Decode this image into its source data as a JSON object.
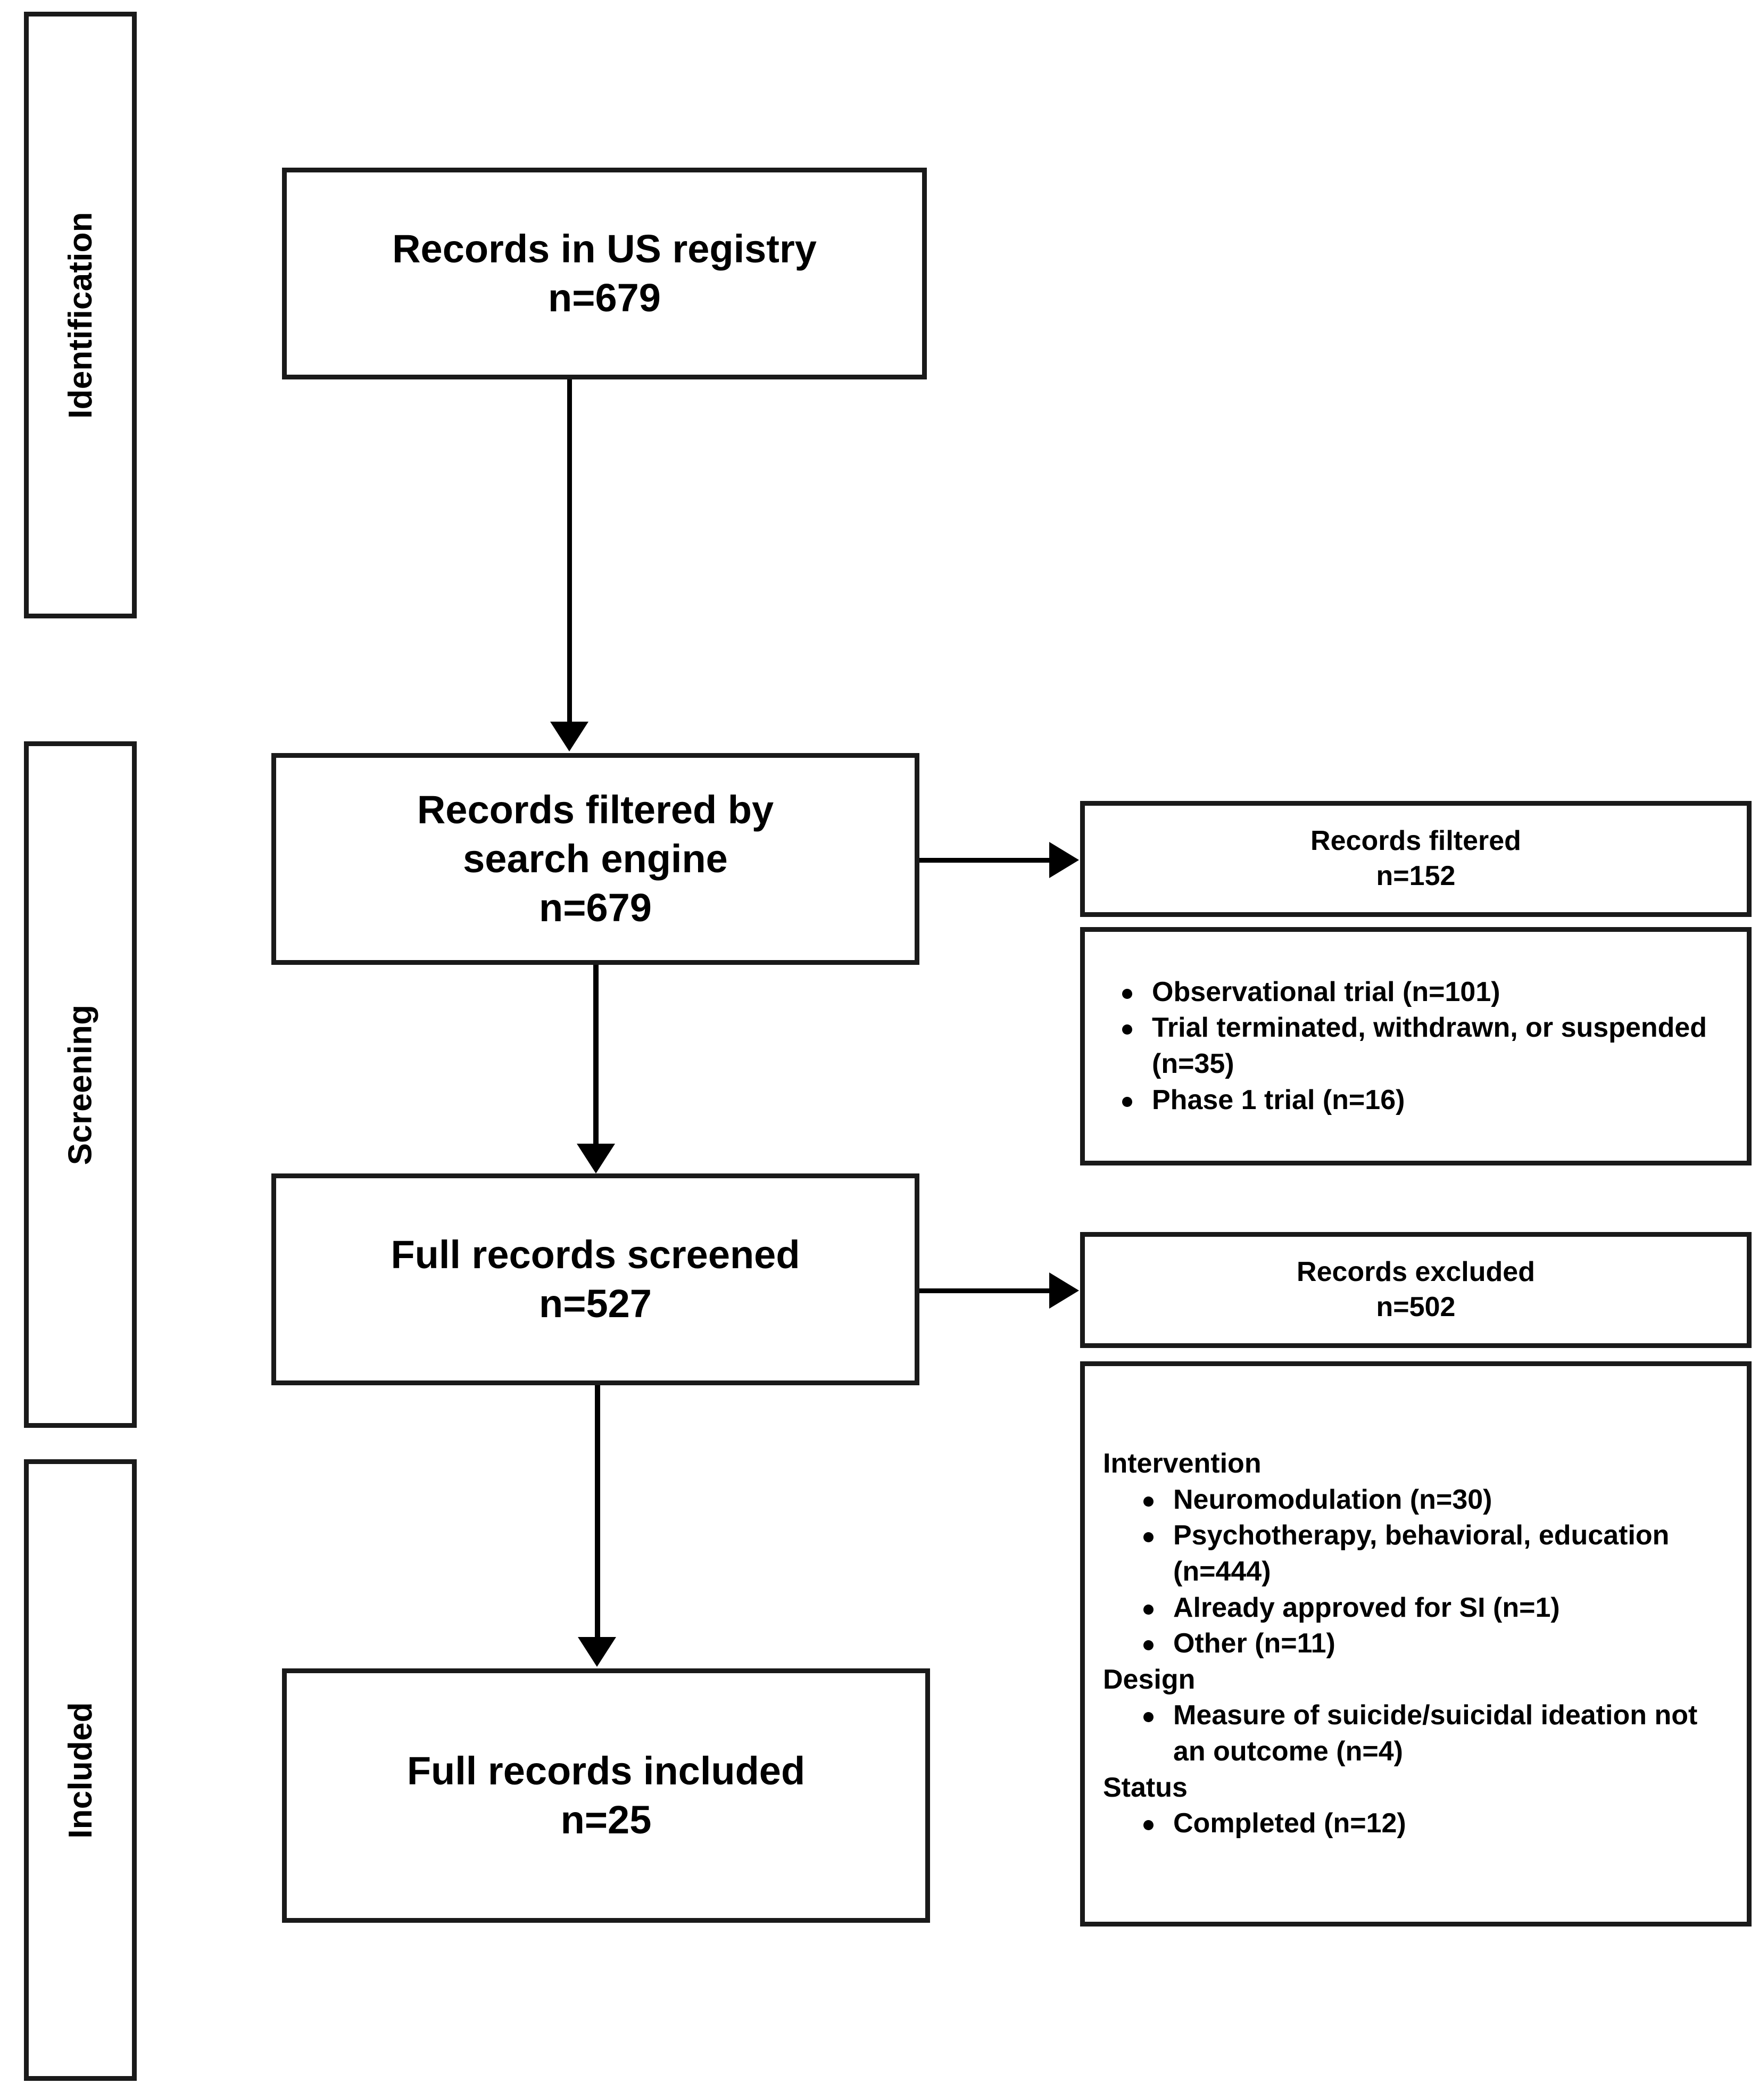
{
  "diagram": {
    "type": "PRISMA flow diagram",
    "stages": [
      {
        "id": "identification",
        "label": "Identification"
      },
      {
        "id": "screening",
        "label": "Screening"
      },
      {
        "id": "included",
        "label": "Included"
      }
    ],
    "flow_boxes": [
      {
        "id": "records-identified",
        "title": "Records in US registry",
        "count": "n=679"
      },
      {
        "id": "records-filtered",
        "title_line1": "Records filtered by",
        "title_line2": "search engine",
        "count": "n=679"
      },
      {
        "id": "records-screened",
        "title": "Full records screened",
        "count": "n=527"
      },
      {
        "id": "records-included",
        "title": "Full records included",
        "count": "n=25"
      }
    ],
    "side_boxes": [
      {
        "id": "records-filtered-out",
        "title": "Records filtered",
        "count": "n=152",
        "reasons": [
          "Observational trial (n=101)",
          "Trial terminated, withdrawn, or suspended (n=35)",
          "Phase 1 trial (n=16)"
        ]
      },
      {
        "id": "records-excluded",
        "title": "Records excluded",
        "count": "n=502",
        "groups": [
          {
            "heading": "Intervention",
            "items": [
              "Neuromodulation (n=30)",
              "Psychotherapy, behavioral, education (n=444)",
              "Already approved for SI (n=1)",
              "Other (n=11)"
            ]
          },
          {
            "heading": "Design",
            "items": [
              "Measure of suicide/suicidal ideation not an outcome (n=4)"
            ]
          },
          {
            "heading": "Status",
            "items": [
              "Completed (n=12)"
            ]
          }
        ]
      }
    ],
    "colors": {
      "border": "#1a1a1a",
      "text": "#000000",
      "background": "#ffffff",
      "connector": "#000000"
    }
  }
}
